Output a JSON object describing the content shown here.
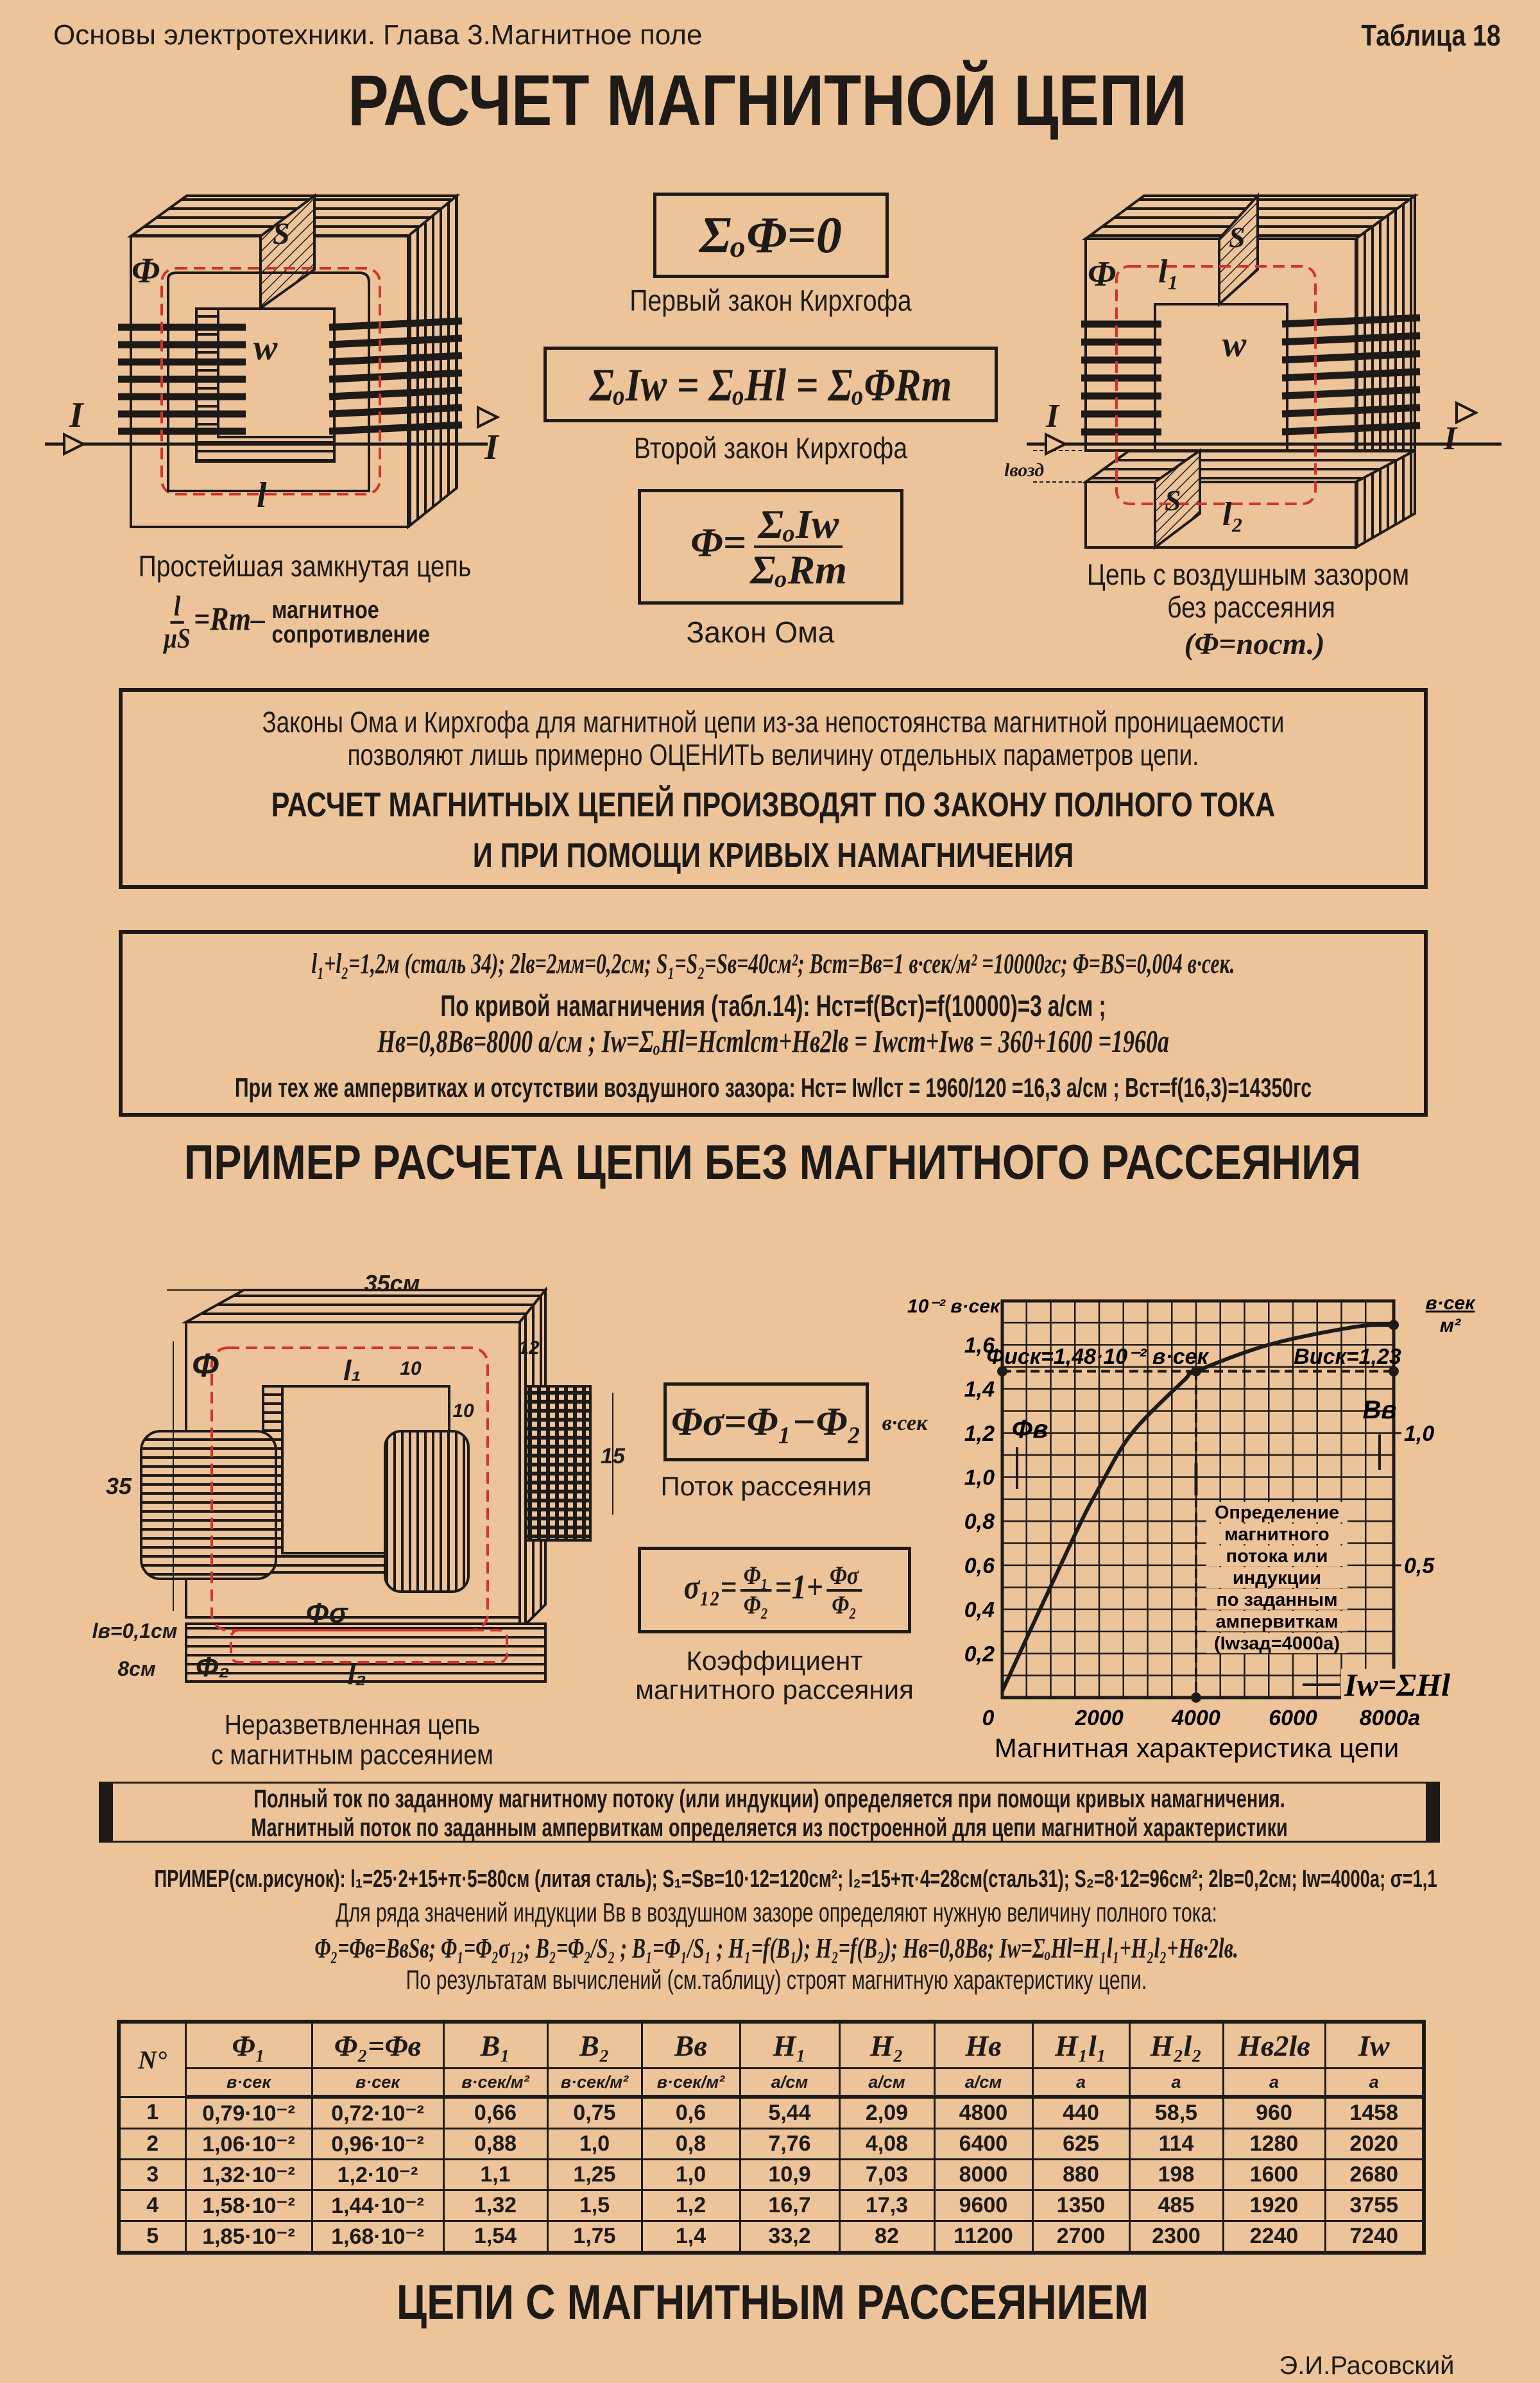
{
  "header": {
    "subject": "Основы электротехники. Глава 3.Магнитное поле",
    "table_no": "Таблица 18",
    "title": "РАСЧЕТ МАГНИТНОЙ ЦЕПИ"
  },
  "fig1": {
    "phi": "Φ",
    "s": "S",
    "w": "w",
    "i_left": "I",
    "i_right": "I",
    "l": "l",
    "caption": "Простейшая замкнутая цепь",
    "formula_num": "l",
    "formula_den": "μS",
    "formula_rhs": "=Rm–",
    "formula_note1": "магнитное",
    "formula_note2": "сопротивление"
  },
  "laws": {
    "first": "ΣₒΦ=0",
    "first_label": "Первый закон Кирхгофа",
    "second": "ΣₒIw = ΣₒHl = ΣₒΦRm",
    "second_label": "Второй закон Кирхгофа",
    "ohm_lhs": "Φ=",
    "ohm_num": "ΣₒIw",
    "ohm_den": "ΣₒRm",
    "ohm_label": "Закон Ома"
  },
  "fig2": {
    "phi": "Φ",
    "l1": "l₁",
    "s_top": "S",
    "w": "w",
    "i_left": "I",
    "i_right": "I",
    "l_gap": "lвозд",
    "s_bottom": "S",
    "l2": "l₂",
    "caption1": "Цепь с воздушным зазором",
    "caption2": "без рассеяния",
    "caption3": "(Φ=пост.)"
  },
  "note": {
    "line1": "Законы Ома и Кирхгофа для магнитной цепи из-за непостоянства магнитной проницаемости",
    "line2": "позволяют лишь примерно ОЦЕНИТЬ величину  отдельных  параметров цепи.",
    "line3": "РАСЧЕТ МАГНИТНЫХ ЦЕПЕЙ ПРОИЗВОДЯТ ПО ЗАКОНУ ПОЛНОГО ТОКА",
    "line4": "И ПРИ ПОМОЩИ КРИВЫХ НАМАГНИЧЕНИЯ"
  },
  "example1": {
    "line1": "l₁+l₂=1,2м (сталь 34); 2lв=2мм=0,2см; S₁=S₂=Sв=40см²; Bст=Bв=1 в·сек/м² =10000гс; Φ=BS=0,004 в·сек.",
    "line2": "По кривой намагничения (табл.14): Hст=f(Bст)=f(10000)=3 а/см ;",
    "line3": "Hв=0,8Bв=8000 а/см ; Iw=ΣₒHl=Hстlст+Hв2lв = Iwст+Iwв = 360+1600 =1960а",
    "line4": "При тех же ампервитках и отсутствии воздушного зазора: Hст= Iw/lст = 1960/120 =16,3 а/см ; Bст=f(16,3)=14350гс"
  },
  "section1": "ПРИМЕР РАСЧЕТА ЦЕПИ БЕЗ МАГНИТНОГО РАССЕЯНИЯ",
  "fig3": {
    "dim_width": "35см",
    "dim_12": "12",
    "dim_10a": "10",
    "dim_10b": "10",
    "dim_15": "15",
    "dim_35": "35",
    "phi": "Φ",
    "l1": "l₁",
    "phi_sigma": "Φσ",
    "l_gap": "lв=0,1см",
    "dim_8": "8см",
    "phi2": "Φ₂",
    "l2": "l₂",
    "caption1": "Неразветвленная цепь",
    "caption2": "с магнитным рассеянием"
  },
  "leakage": {
    "formula": "Φσ=Φ₁−Φ₂",
    "unit": "в·сек",
    "label": "Поток рассеяния",
    "coef_lhs": "σ₁₂=",
    "coef_num1": "Φ₁",
    "coef_den1": "Φ₂",
    "coef_mid": "=1+",
    "coef_num2": "Φσ",
    "coef_den2": "Φ₂",
    "coef_label1": "Коэффициент",
    "coef_label2": "магнитного рассеяния"
  },
  "chart_data": {
    "type": "line",
    "title": "Магнитная характеристика цепи",
    "xlabel": "Iw=ΣHl",
    "ylabel": "Φв",
    "y_unit": "10⁻² в·сек",
    "y2label": "Bв",
    "y2_unit_num": "в·сек",
    "y2_unit_den": "м²",
    "xlim": [
      0,
      8000
    ],
    "ylim": [
      0,
      1.8
    ],
    "x_ticks": [
      "0",
      "2000",
      "4000",
      "6000",
      "8000а"
    ],
    "x_tick_values": [
      0,
      2000,
      4000,
      6000,
      8000
    ],
    "y_ticks": [
      "0,2",
      "0,4",
      "0,6",
      "0,8",
      "1,0",
      "1,2",
      "1,4",
      "1,6"
    ],
    "y_tick_values": [
      0.2,
      0.4,
      0.6,
      0.8,
      1.0,
      1.2,
      1.4,
      1.6
    ],
    "y2_ticks": [
      "0,5",
      "1,0"
    ],
    "y2_tick_values": [
      0.5,
      1.0
    ],
    "y_per_y2": 1.2,
    "grid": true,
    "series": [
      {
        "name": "Φв(Iw)",
        "x": [
          0,
          1458,
          2020,
          2680,
          3755,
          4000,
          5500,
          7240,
          8000
        ],
        "y": [
          0.03,
          0.72,
          0.96,
          1.2,
          1.44,
          1.48,
          1.6,
          1.68,
          1.69
        ]
      }
    ],
    "marker": {
      "x": 4000,
      "y": 1.48
    },
    "annotations": {
      "phi_found": "Φиск=1,48·10⁻² в·сек",
      "b_found": "Bиск=1,23",
      "note": [
        "Определение",
        "магнитного",
        "потока или",
        "индукции",
        "по заданным",
        "ампервиткам",
        "(Iwзад=4000а)"
      ]
    }
  },
  "banner": {
    "line1": "Полный ток по заданному магнитному потоку (или индукции) определяется при помощи кривых намагничения.",
    "line2": "Магнитный поток по заданным ампервиткам определяется из построенной для цепи магнитной характеристики"
  },
  "example2": {
    "line1": "ПРИМЕР(см.рисунок): l₁=25·2+15+π·5=80см (литая сталь); S₁=Sв=10·12=120см²; l₂=15+π·4=28см(сталь31); S₂=8·12=96см²; 2lв=0,2см; Iw=4000а; σ=1,1",
    "line2": "Для ряда значений индукции Bв в воздушном зазоре определяют нужную величину полного тока:",
    "line3": "Φ₂=Φв=BвSв; Φ₁=Φ₂σ₁₂; B₂=Φ₂/S₂ ; B₁=Φ₁/S₁ ; H₁=f(B₁); H₂=f(B₂); Hв=0,8Bв; Iw=ΣₒHl=H₁l₁+H₂l₂+Hв·2lв.",
    "line4": "По результатам вычислений (см.таблицу) строят магнитную характеристику цепи."
  },
  "table": {
    "headers": [
      "N°",
      "Φ₁",
      "Φ₂=Φв",
      "B₁",
      "B₂",
      "Bв",
      "H₁",
      "H₂",
      "Hв",
      "H₁l₁",
      "H₂l₂",
      "Hв2lв",
      "Iw"
    ],
    "units": [
      "в·сек",
      "в·сек",
      "в·сек/м²",
      "в·сек/м²",
      "в·сек/м²",
      "а/см",
      "а/см",
      "а/см",
      "а",
      "а",
      "а",
      "а"
    ],
    "rows": [
      [
        "1",
        "0,79·10⁻²",
        "0,72·10⁻²",
        "0,66",
        "0,75",
        "0,6",
        "5,44",
        "2,09",
        "4800",
        "440",
        "58,5",
        "960",
        "1458"
      ],
      [
        "2",
        "1,06·10⁻²",
        "0,96·10⁻²",
        "0,88",
        "1,0",
        "0,8",
        "7,76",
        "4,08",
        "6400",
        "625",
        "114",
        "1280",
        "2020"
      ],
      [
        "3",
        "1,32·10⁻²",
        "1,2·10⁻²",
        "1,1",
        "1,25",
        "1,0",
        "10,9",
        "7,03",
        "8000",
        "880",
        "198",
        "1600",
        "2680"
      ],
      [
        "4",
        "1,58·10⁻²",
        "1,44·10⁻²",
        "1,32",
        "1,5",
        "1,2",
        "16,7",
        "17,3",
        "9600",
        "1350",
        "485",
        "1920",
        "3755"
      ],
      [
        "5",
        "1,85·10⁻²",
        "1,68·10⁻²",
        "1,54",
        "1,75",
        "1,4",
        "33,2",
        "82",
        "11200",
        "2700",
        "2300",
        "2240",
        "7240"
      ]
    ]
  },
  "section2": "ЦЕПИ С МАГНИТНЫМ РАССЕЯНИЕМ",
  "author": "Э.И.Расовский",
  "colors": {
    "paper": "#edc399",
    "ink": "#1d1a17",
    "flux_red": "#d2332a"
  }
}
